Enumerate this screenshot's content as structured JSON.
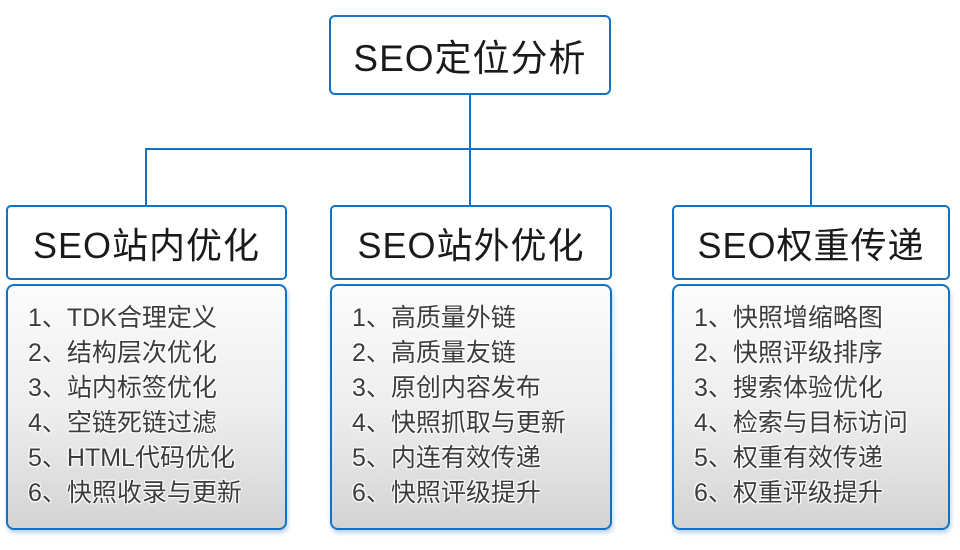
{
  "root": {
    "label": "SEO定位分析"
  },
  "columns": [
    {
      "title": "SEO站内优化",
      "items": [
        "1、TDK合理定义",
        "2、结构层次优化",
        "3、站内标签优化",
        "4、空链死链过滤",
        "5、HTML代码优化",
        "6、快照收录与更新"
      ]
    },
    {
      "title": "SEO站外优化",
      "items": [
        "1、高质量外链",
        "2、高质量友链",
        "3、原创内容发布",
        "4、快照抓取与更新",
        "5、内连有效传递",
        "6、快照评级提升"
      ]
    },
    {
      "title": "SEO权重传递",
      "items": [
        "1、快照增缩略图",
        "2、快照评级排序",
        "3、搜索体验优化",
        "4、检索与目标访问",
        "5、权重有效传递",
        "6、权重评级提升"
      ]
    }
  ],
  "colors": {
    "accent_blue": "#1273C4",
    "panel_gradient_top": "#fcfcfc",
    "panel_gradient_bottom": "#d3d3d3",
    "title_text": "#1a1a1a",
    "item_text": "#3c3c3c"
  }
}
